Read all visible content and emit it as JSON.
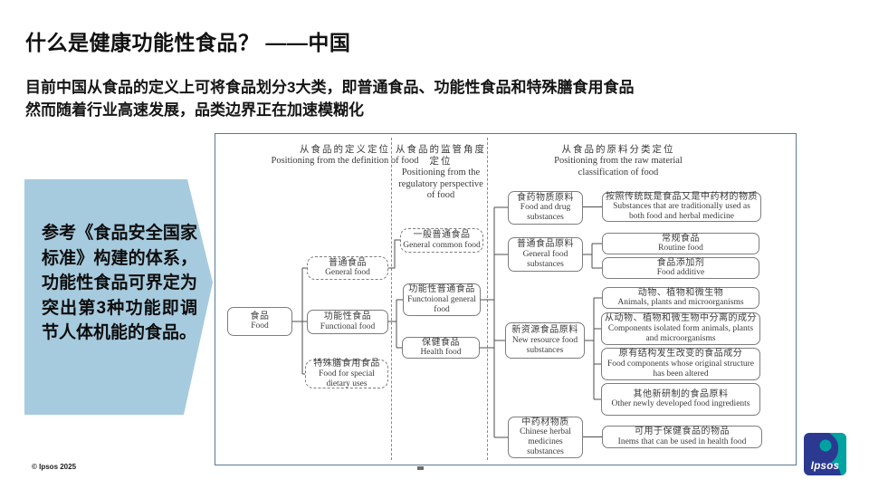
{
  "slide": {
    "title": "什么是健康功能性食品？ ——中国",
    "subtitle_line1": "目前中国从食品的定义上可将食品划分3大类，即普通食品、功能性食品和特殊膳食用食品",
    "subtitle_line2": "然而随着行业高速发展，品类边界正在加速模糊化",
    "footer_copyright": "© Ipsos 2025",
    "logo_text": "Ipsos"
  },
  "callout": {
    "text": "参考《食品安全国家标准》构建的体系，功能性食品可界定为突出第3种功能即调节人体机能的食品。",
    "bg_color": "#a7cbde"
  },
  "colors": {
    "panel_border": "#567a92",
    "box_border": "#7d7d7d",
    "connector": "#4d4d4d",
    "logo_blue": "#2b3990",
    "logo_teal": "#00a3a1"
  },
  "diagram": {
    "column_headers": [
      {
        "zh": "从食品的定义定位",
        "en": "Positioning from the definition of food"
      },
      {
        "zh": "从食品的监管角度定位",
        "en": "Positioning from the regulatory perspective of food"
      },
      {
        "zh": "从食品的原料分类定位",
        "en": "Positioning from the raw material classification of food"
      }
    ],
    "nodes": {
      "food": {
        "zh": "食品",
        "en": "Food"
      },
      "general_food": {
        "zh": "普通食品",
        "en": "General food"
      },
      "functional_food": {
        "zh": "功能性食品",
        "en": "Functional food"
      },
      "special_dietary": {
        "zh": "特殊膳食用食品",
        "en": "Food for special dietary uses"
      },
      "general_common": {
        "zh": "一般普通食品",
        "en": "General common food"
      },
      "functional_general": {
        "zh": "功能性普通食品",
        "en": "Functoional general food"
      },
      "health_food": {
        "zh": "保健食品",
        "en": "Health food"
      },
      "food_drug": {
        "zh": "食药物质原料",
        "en": "Food and drug substances"
      },
      "general_food_sub": {
        "zh": "普通食品原料",
        "en": "General food substances"
      },
      "new_resource": {
        "zh": "新资源食品原料",
        "en": "New resource food substances"
      },
      "herbal": {
        "zh": "中药材物质",
        "en": "Chinese herbal medicines substances"
      },
      "traditional": {
        "zh": "按照传统既是食品又是中药材的物质",
        "en": "Substances that are traditionally used as both food and herbal medicine"
      },
      "routine": {
        "zh": "常规食品",
        "en": "Routine food"
      },
      "additive": {
        "zh": "食品添加剂",
        "en": "Food additive"
      },
      "animals": {
        "zh": "动物、植物和微生物",
        "en": "Animals, plants and microorganisms"
      },
      "components": {
        "zh": "从动物、植物和微生物中分离的成分",
        "en": "Components isolated form animals, plants and microorganisms"
      },
      "altered": {
        "zh": "原有结构发生改变的食品成分",
        "en": "Food components whose original structure has been altered"
      },
      "other_new": {
        "zh": "其他新研制的食品原料",
        "en": "Other newly developed food ingredients"
      },
      "health_items": {
        "zh": "可用于保健食品的物品",
        "en": "Inems that can be used in health food"
      }
    }
  }
}
